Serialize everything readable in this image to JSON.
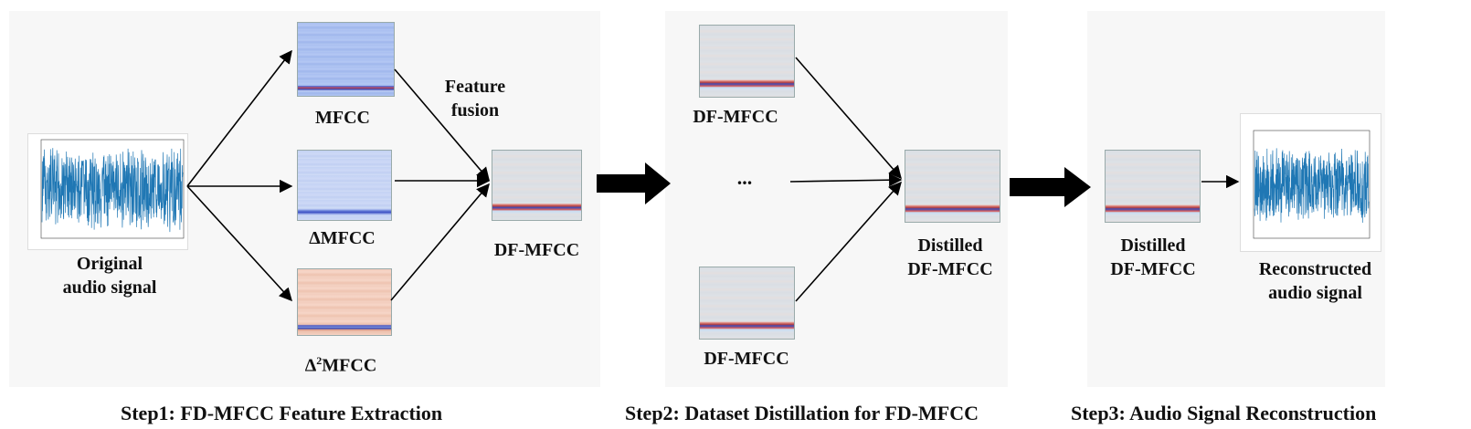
{
  "diagram": {
    "step1": {
      "caption": "Step1: FD-MFCC Feature Extraction",
      "original_label_line1": "Original",
      "original_label_line2": "audio signal",
      "mfcc_label": "MFCC",
      "delta_mfcc_label": "ΔMFCC",
      "delta2_mfcc_label_prefix": "Δ",
      "delta2_mfcc_label_sup": "2",
      "delta2_mfcc_label_suffix": "MFCC",
      "fusion_line1": "Feature",
      "fusion_line2": "fusion",
      "output_label": "DF-MFCC"
    },
    "step2": {
      "caption": "Step2: Dataset Distillation for FD-MFCC",
      "top_label": "DF-MFCC",
      "ellipsis": "...",
      "bottom_label": "DF-MFCC",
      "output_line1": "Distilled",
      "output_line2": "DF-MFCC"
    },
    "step3": {
      "caption": "Step3: Audio Signal Reconstruction",
      "input_line1": "Distilled",
      "input_line2": "DF-MFCC",
      "output_line1": "Reconstructed",
      "output_line2": "audio signal"
    },
    "colors": {
      "arrow": "#000000",
      "waveform": "#1f77b4",
      "panel": "#f7f7f7"
    }
  }
}
